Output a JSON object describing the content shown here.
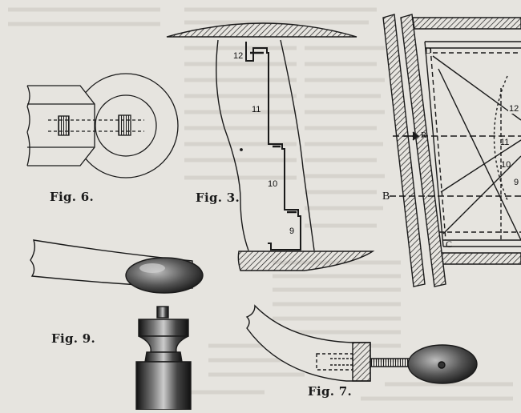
{
  "figures": {
    "fig6": {
      "label": "Fig. 6."
    },
    "fig3": {
      "label": "Fig. 3.",
      "parts": [
        "12",
        "11",
        "10",
        "9"
      ]
    },
    "fig9": {
      "label": "Fig. 9."
    },
    "fig7": {
      "label": "Fig. 7."
    },
    "frame": {
      "corner_letters": [
        "D",
        "C"
      ],
      "marker_label": "B",
      "marker_tag": "R",
      "parts": [
        "12",
        "11",
        "10",
        "9"
      ]
    }
  },
  "colors": {
    "paper": "#e6e4df",
    "ink": "#1a1a1a",
    "faint_text": "#b9b6b0"
  }
}
